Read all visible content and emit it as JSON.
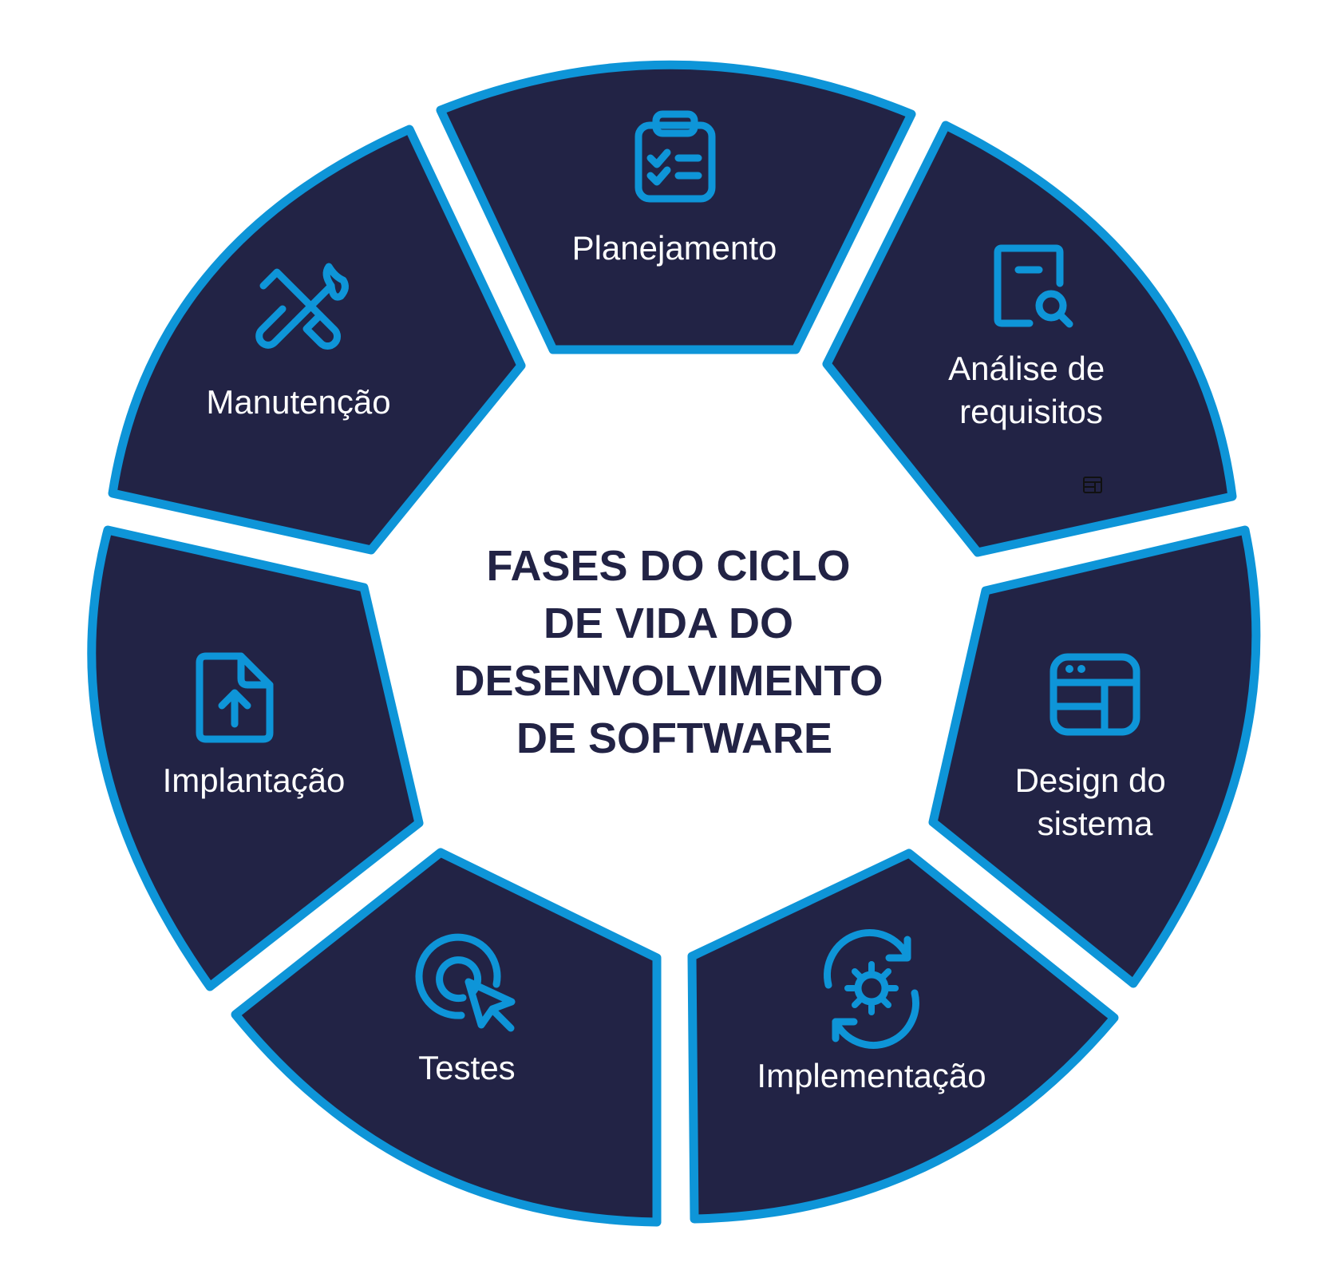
{
  "title": [
    "FASES DO CICLO",
    "DE VIDA DO",
    "DESENVOLVIMENTO",
    "DE SOFTWARE"
  ],
  "colors": {
    "segment_fill": "#222345",
    "segment_stroke": "#0e95d8",
    "title": "#222345",
    "label": "#ffffff",
    "icon": "#0e95d8"
  },
  "phases": [
    {
      "lines": [
        "Planejamento"
      ],
      "icon": "clipboard-checklist-icon"
    },
    {
      "lines": [
        "Análise de",
        "requisitos"
      ],
      "icon": "document-search-icon"
    },
    {
      "lines": [
        "Design do",
        "sistema"
      ],
      "icon": "layout-window-icon"
    },
    {
      "lines": [
        "Implementação"
      ],
      "icon": "gear-sync-icon"
    },
    {
      "lines": [
        "Testes"
      ],
      "icon": "target-cursor-icon"
    },
    {
      "lines": [
        "Implantação"
      ],
      "icon": "file-upload-icon"
    },
    {
      "lines": [
        "Manutenção"
      ],
      "icon": "tools-icon"
    }
  ]
}
